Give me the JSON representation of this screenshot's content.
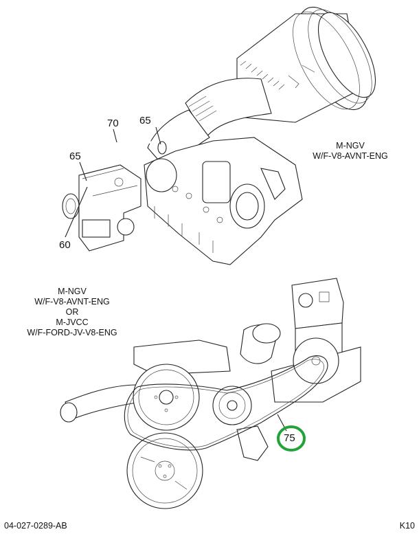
{
  "diagram": {
    "top_view": {
      "callouts": [
        {
          "id": "c70",
          "label": "70"
        },
        {
          "id": "c65a",
          "label": "65"
        },
        {
          "id": "c65b",
          "label": "65"
        },
        {
          "id": "c60",
          "label": "60"
        }
      ],
      "note_lines": [
        "M-NGV",
        "W/F-V8-AVNT-ENG"
      ]
    },
    "bottom_view": {
      "note_lines": [
        "M-NGV",
        "W/F-V8-AVNT-ENG",
        "OR",
        "M-JVCC",
        "W/F-FORD-JV-V8-ENG"
      ],
      "callouts": [
        {
          "id": "c75",
          "label": "75",
          "highlighted": true
        }
      ]
    },
    "highlight_color": "#22a33a"
  },
  "footer": {
    "drawing_number": "04-027-0289-AB",
    "page_code": "K10"
  }
}
